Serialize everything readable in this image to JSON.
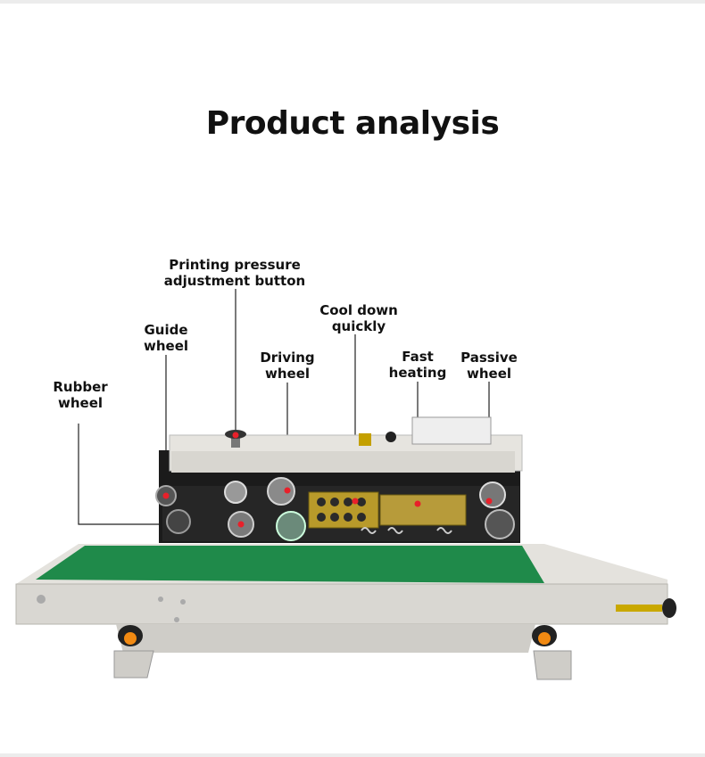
{
  "title": "Product analysis",
  "labels": {
    "printing_pressure": "Printing pressure\nadjustment button",
    "guide_wheel": "Guide\nwheel",
    "rubber_wheel": "Rubber\nwheel",
    "driving_wheel": "Driving\nwheel",
    "cool_down": "Cool down\nquickly",
    "fast_heating": "Fast\nheating",
    "passive_wheel": "Passive\nwheel"
  },
  "colors": {
    "marker": "#e8202a",
    "belt": "#1f8a4a",
    "body": "#d9d7d2",
    "knob": "#f28a12"
  }
}
